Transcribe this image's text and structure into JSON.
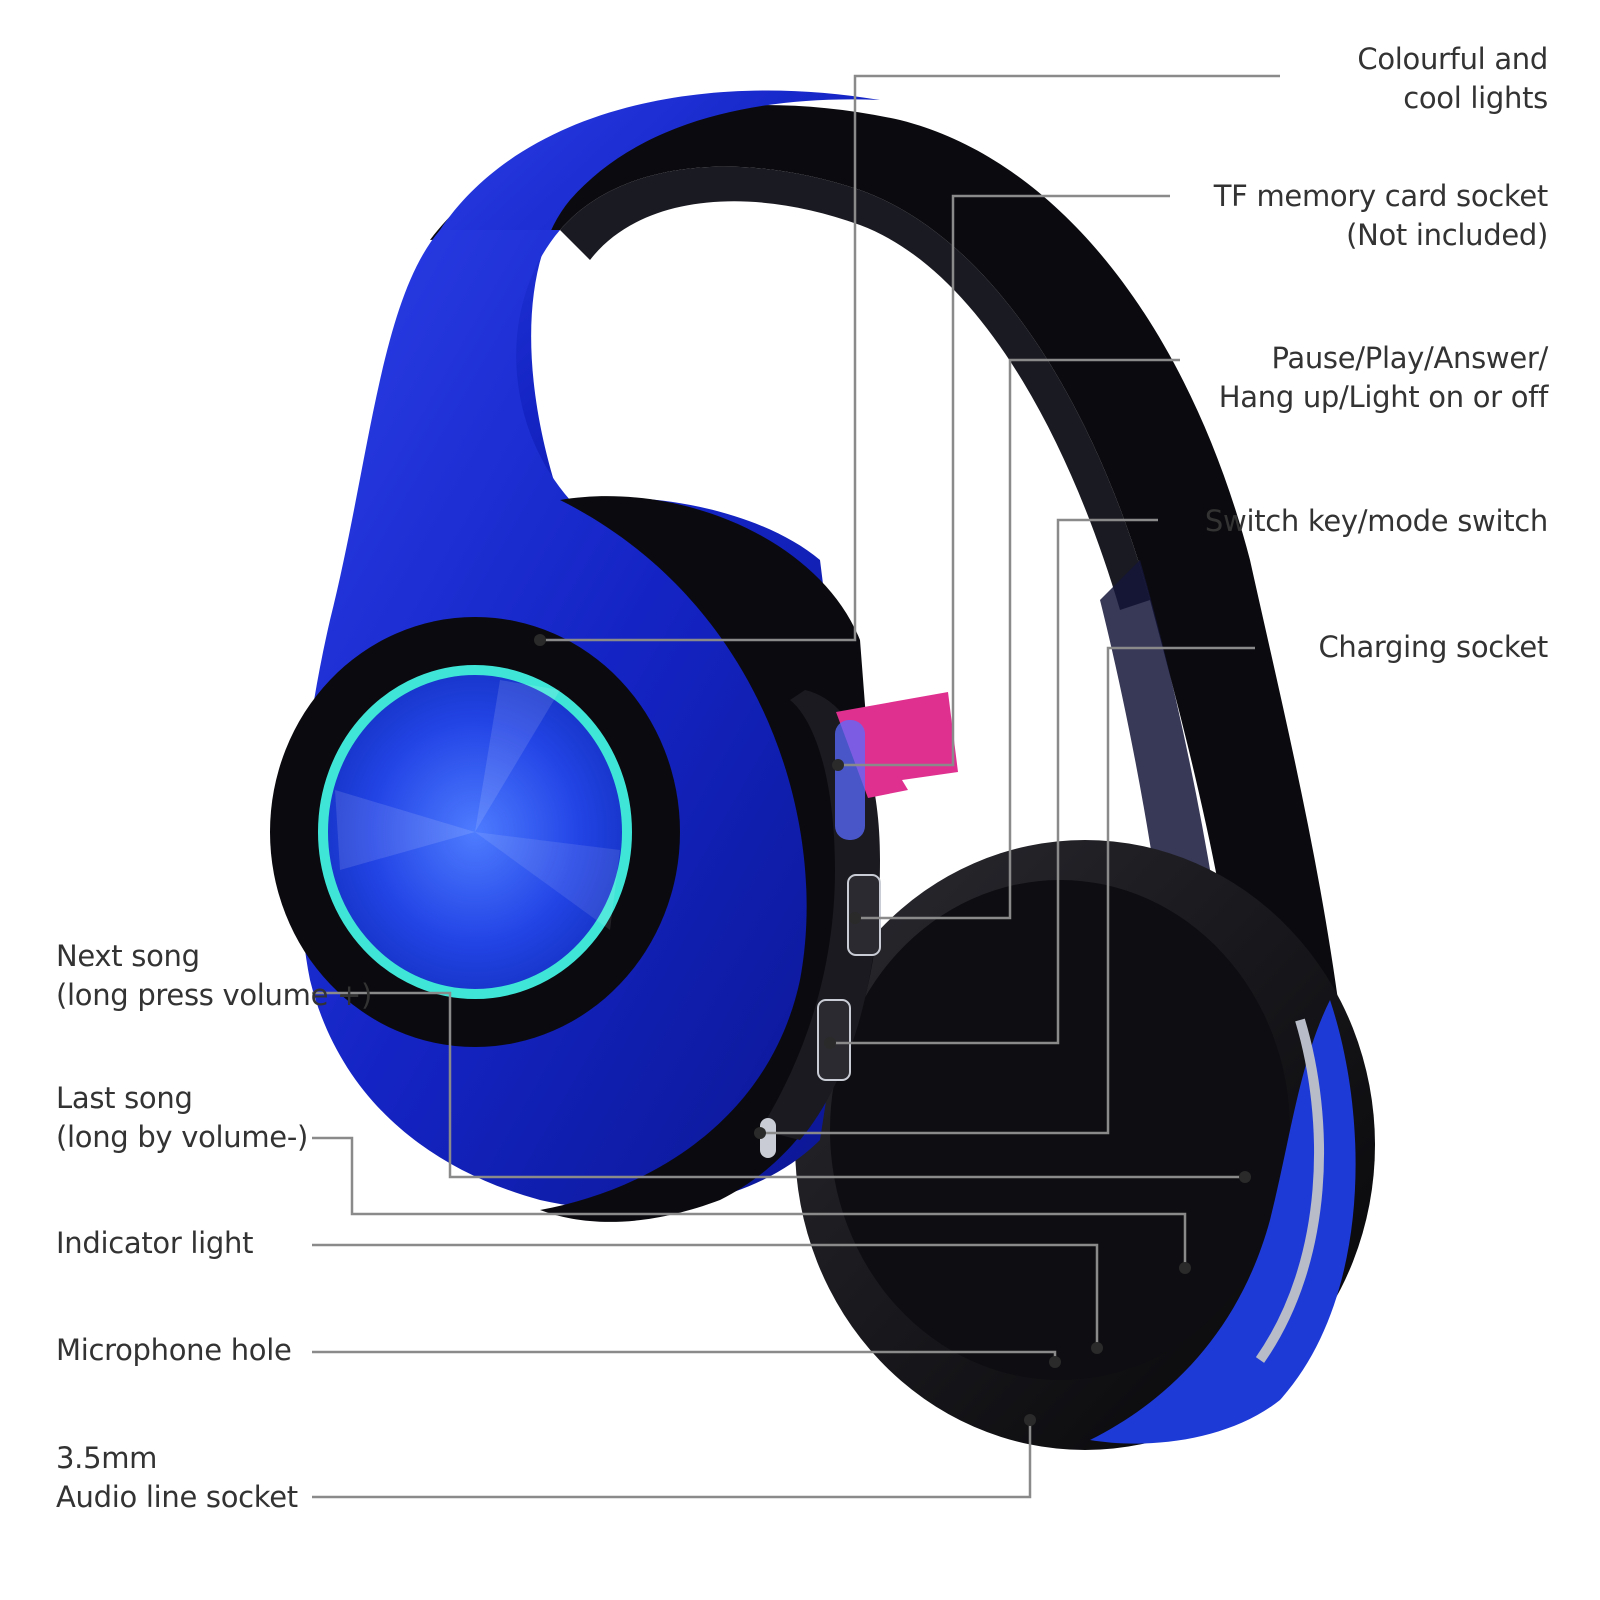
{
  "colors": {
    "leader_line": "#8a8a8a",
    "headphone_blue": "#1c2fd6",
    "headphone_black": "#0b0b0f",
    "light_ring": "#3fe6d8",
    "tf_card": "#e0308f"
  },
  "callouts": {
    "colourful_lights": {
      "line1": "Colourful and",
      "line2": "cool lights"
    },
    "tf_socket": {
      "line1": "TF memory card socket",
      "line2": "(Not included)"
    },
    "pause_play": {
      "line1": "Pause/Play/Answer/",
      "line2": "Hang up/Light on or off"
    },
    "switch_key": {
      "line1": "Switch key/mode switch"
    },
    "charging": {
      "line1": "Charging socket"
    },
    "next_song": {
      "line1": "Next song",
      "line2": "(long press volume +)"
    },
    "last_song": {
      "line1": "Last song",
      "line2": "(long by volume-)"
    },
    "indicator": {
      "line1": "Indicator light"
    },
    "microphone": {
      "line1": "Microphone hole"
    },
    "audio_socket": {
      "line1": "3.5mm",
      "line2": "Audio line socket"
    }
  }
}
